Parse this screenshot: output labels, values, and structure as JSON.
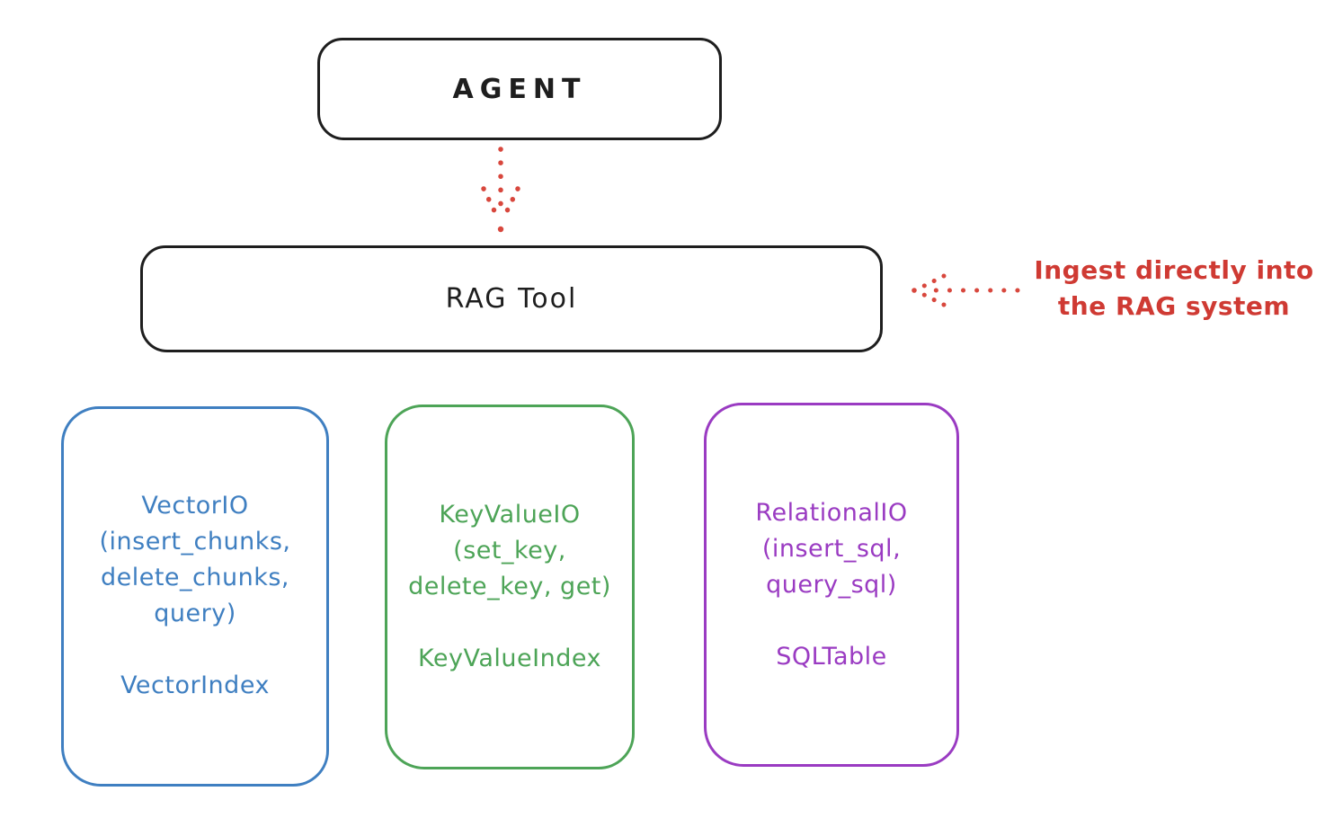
{
  "nodes": {
    "agent": {
      "label": "AGENT"
    },
    "rag_tool": {
      "label": "RAG Tool"
    }
  },
  "annotation": {
    "text": "Ingest directly into\nthe RAG system"
  },
  "cards": [
    {
      "name": "VectorIO",
      "color": "#3f7fc1",
      "body": "VectorIO\n(insert_chunks,\ndelete_chunks,\nquery)",
      "index_label": "VectorIndex"
    },
    {
      "name": "KeyValueIO",
      "color": "#4da457",
      "body": "KeyValueIO\n(set_key,\ndelete_key, get)",
      "index_label": "KeyValueIndex"
    },
    {
      "name": "RelationalIO",
      "color": "#9a3bc2",
      "body": "RelationalIO\n(insert_sql,\nquery_sql)",
      "index_label": "SQLTable"
    }
  ],
  "colors": {
    "outline_black": "#1e1e1e",
    "arrow_red": "#d8473d",
    "annotation_red": "#cf3a33",
    "vector_blue": "#3f7fc1",
    "keyvalue_green": "#4da457",
    "relational_purple": "#9a3bc2"
  }
}
